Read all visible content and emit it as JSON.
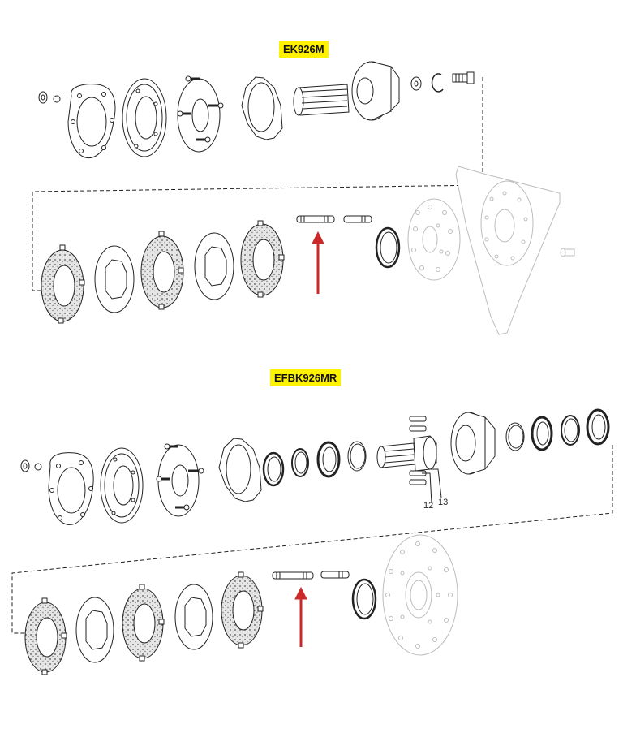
{
  "assemblies": [
    {
      "model": "EK926M"
    },
    {
      "model": "EFBK926MR"
    }
  ],
  "callouts": [
    "12",
    "13"
  ],
  "colors": {
    "label_background": "#fff200",
    "arrow": "#cc2a2a",
    "line": "#222222",
    "faded_part": "#bdbdbd"
  }
}
